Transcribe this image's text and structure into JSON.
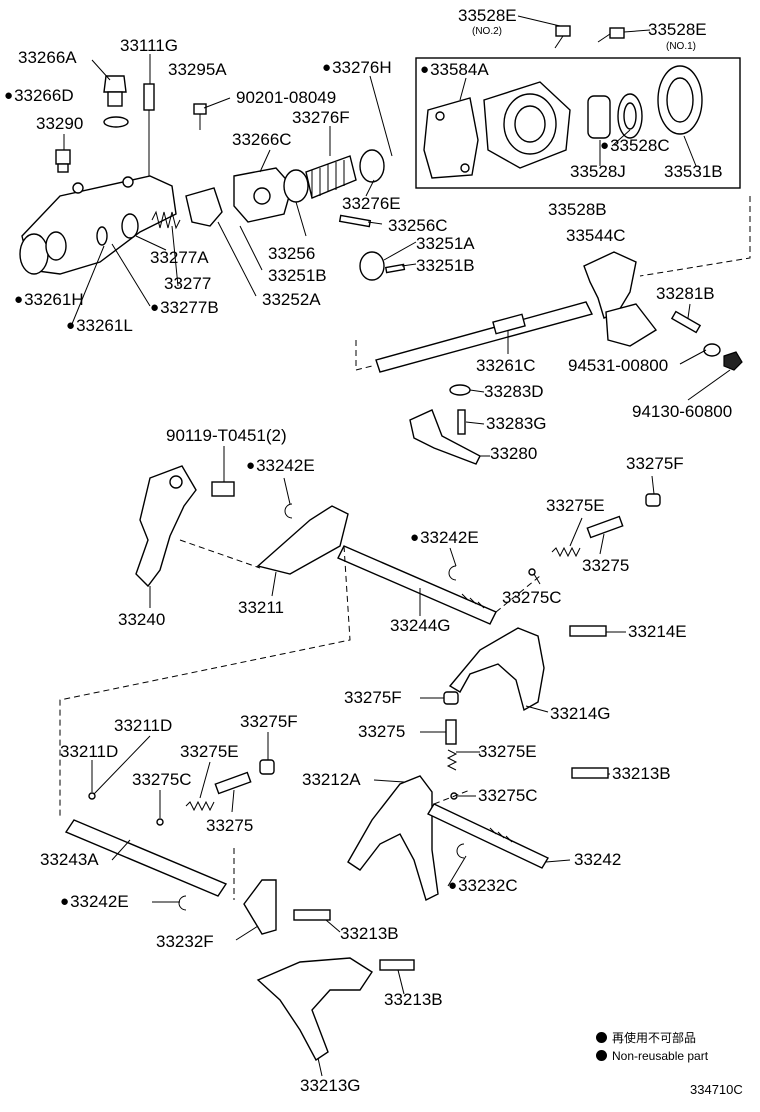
{
  "labels": {
    "p33528E_no2": "33528E",
    "p33528E_no2_note": "(NO.2)",
    "p33528E_no1": "33528E",
    "p33528E_no1_note": "(NO.1)",
    "p33266A": "33266A",
    "p33111G": "33111G",
    "p33276H": "33276H",
    "p33584A": "33584A",
    "p33266D": "33266D",
    "p33295A": "33295A",
    "p90201": "90201-08049",
    "p33276F": "33276F",
    "p33290": "33290",
    "p33266C": "33266C",
    "p33528C": "33528C",
    "p33528J": "33528J",
    "p33531B": "33531B",
    "p33276E": "33276E",
    "p33528B": "33528B",
    "p33256C": "33256C",
    "p33544C": "33544C",
    "p33256": "33256",
    "p33251A": "33251A",
    "p33277A": "33277A",
    "p33251B_a": "33251B",
    "p33251B_b": "33251B",
    "p33277": "33277",
    "p33261H": "33261H",
    "p33277B": "33277B",
    "p33252A": "33252A",
    "p33281B": "33281B",
    "p33261L": "33261L",
    "p33261C": "33261C",
    "p94531": "94531-00800",
    "p33283D": "33283D",
    "p94130": "94130-60800",
    "p33283G": "33283G",
    "p33280": "33280",
    "p90119": "90119-T0451(2)",
    "p33242E_a": "33242E",
    "p33275F_a": "33275F",
    "p33275E_a": "33275E",
    "p33242E_b": "33242E",
    "p33275_a": "33275",
    "p33240": "33240",
    "p33211": "33211",
    "p33244G": "33244G",
    "p33275C_a": "33275C",
    "p33214E": "33214E",
    "p33275F_b": "33275F",
    "p33214G": "33214G",
    "p33275_b": "33275",
    "p33211D_a": "33211D",
    "p33275F_c": "33275F",
    "p33211D_b": "33211D",
    "p33275E_b": "33275E",
    "p33275E_c": "33275E",
    "p33212A": "33212A",
    "p33213B_a": "33213B",
    "p33275C_b": "33275C",
    "p33275C_c": "33275C",
    "p33275_c": "33275",
    "p33243A": "33243A",
    "p33242": "33242",
    "p33232C": "33232C",
    "p33242E_c": "33242E",
    "p33213B_b": "33213B",
    "p33232F": "33232F",
    "p33213B_c": "33213B",
    "p33213G": "33213G"
  },
  "legend": {
    "line1": "再使用不可部品",
    "line2": "Non-reusable part"
  },
  "diagram_code": "334710C"
}
